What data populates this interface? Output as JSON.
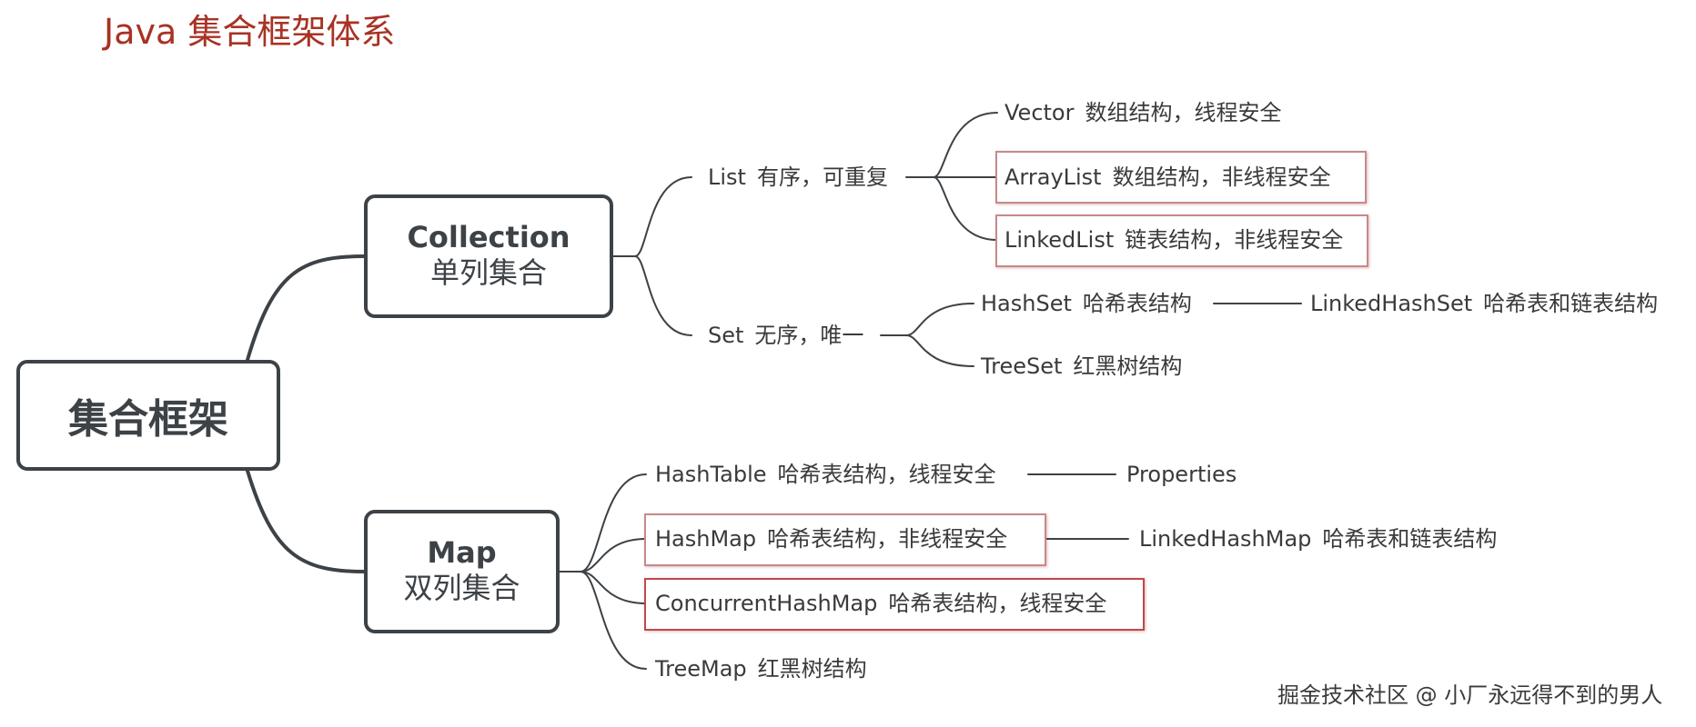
{
  "title": "Java 集合框架体系",
  "root": {
    "label": "集合框架"
  },
  "collection": {
    "title": "Collection",
    "subtitle": "单列集合"
  },
  "map": {
    "title": "Map",
    "subtitle": "双列集合"
  },
  "list": {
    "name": "List",
    "desc": "有序，可重复"
  },
  "set": {
    "name": "Set",
    "desc": "无序，唯一"
  },
  "vector": {
    "name": "Vector",
    "desc": "数组结构，线程安全"
  },
  "arraylist": {
    "name": "ArrayList",
    "desc": "数组结构，非线程安全"
  },
  "linkedlist": {
    "name": "LinkedList",
    "desc": "链表结构，非线程安全"
  },
  "hashset": {
    "name": "HashSet",
    "desc": "哈希表结构"
  },
  "linkedhashset": {
    "name": "LinkedHashSet",
    "desc": "哈希表和链表结构"
  },
  "treeset": {
    "name": "TreeSet",
    "desc": "红黑树结构"
  },
  "hashtable": {
    "name": "HashTable",
    "desc": "哈希表结构，线程安全"
  },
  "properties": {
    "name": "Properties"
  },
  "hashmap": {
    "name": "HashMap",
    "desc": "哈希表结构，非线程安全"
  },
  "linkedhashmap": {
    "name": "LinkedHashMap",
    "desc": "哈希表和链表结构"
  },
  "concurrenthashmap": {
    "name": "ConcurrentHashMap",
    "desc": "哈希表结构，线程安全"
  },
  "treemap": {
    "name": "TreeMap",
    "desc": "红黑树结构"
  },
  "watermark": "掘金技术社区 @ 小厂永远得不到的男人",
  "colors": {
    "title": "#a83224",
    "box_border": "#3d4247",
    "highlight": "#c0484b",
    "edge": "#3d4247"
  }
}
